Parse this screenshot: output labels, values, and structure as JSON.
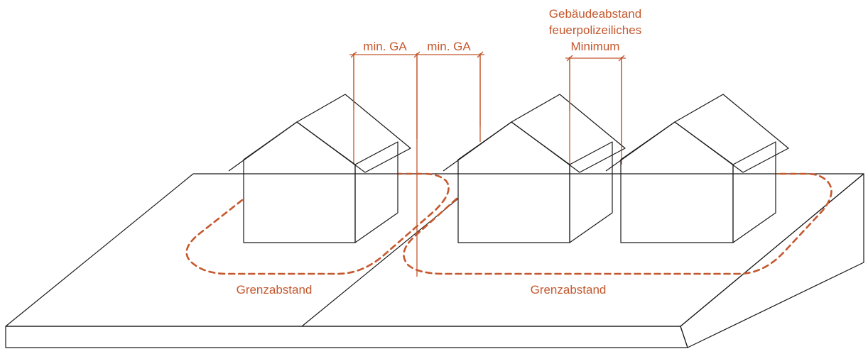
{
  "labels": {
    "min_ga_left": "min. GA",
    "min_ga_right": "min. GA",
    "gebaeudeabstand_line1": "Gebäudeabstand",
    "gebaeudeabstand_line2": "feuerpolizeiliches",
    "gebaeudeabstand_line3": "Minimum",
    "grenzabstand_left": "Grenzabstand",
    "grenzabstand_right": "Grenzabstand"
  },
  "colors": {
    "accent": "#c4582e",
    "outline": "#1a1a1a",
    "ground_side": "#eeeeee",
    "background": "#ffffff"
  }
}
